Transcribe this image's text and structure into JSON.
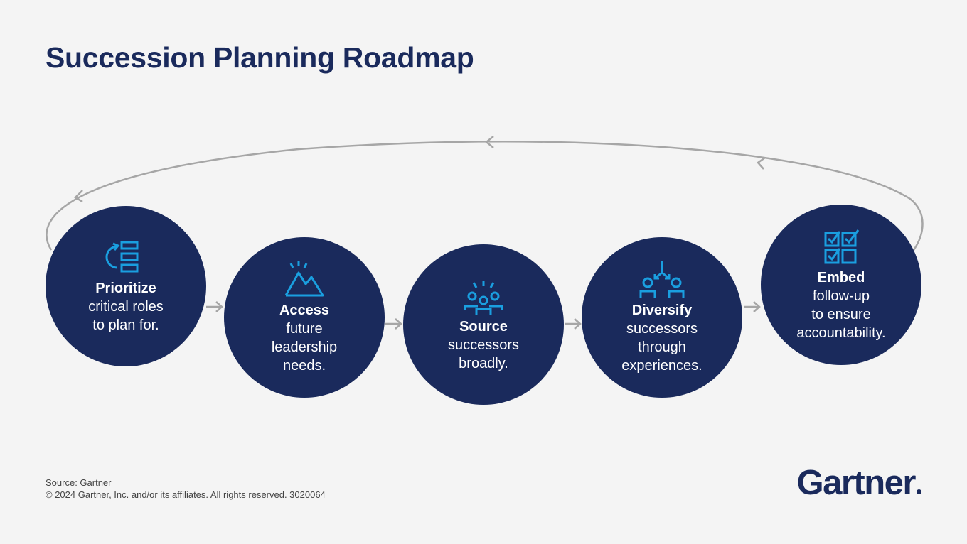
{
  "title": "Succession Planning Roadmap",
  "steps": [
    {
      "icon": "priority-list-icon",
      "title": "Prioritize",
      "description_lines": [
        "critical roles",
        "to plan for."
      ]
    },
    {
      "icon": "mountain-peaks-icon",
      "title": "Access",
      "description_lines": [
        "future",
        "leadership",
        "needs."
      ]
    },
    {
      "icon": "people-group-icon",
      "title": "Source",
      "description_lines": [
        "successors",
        "broadly."
      ]
    },
    {
      "icon": "diverging-people-icon",
      "title": "Diversify",
      "description_lines": [
        "successors",
        "through",
        "experiences."
      ]
    },
    {
      "icon": "checklist-icon",
      "title": "Embed",
      "description_lines": [
        "follow-up",
        "to ensure",
        "accountability."
      ]
    }
  ],
  "footer": {
    "source": "Source: Gartner",
    "copyright": "© 2024 Gartner, Inc. and/or its affiliates. All rights reserved. 3020064"
  },
  "logo": "Gartner",
  "colors": {
    "background": "#f4f4f4",
    "circle": "#1a2a5c",
    "icon": "#1a9fe0",
    "connector": "#a6a6a6"
  }
}
